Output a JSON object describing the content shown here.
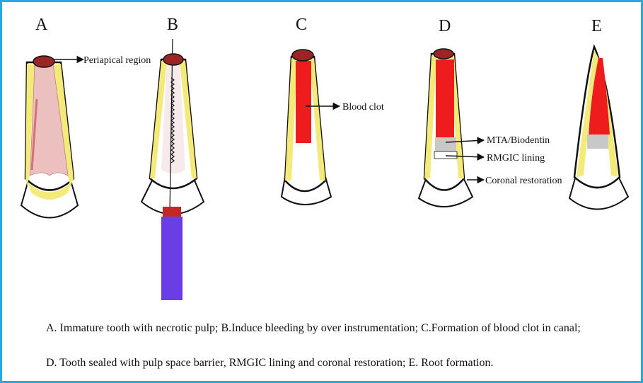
{
  "panels": [
    {
      "letter": "A"
    },
    {
      "letter": "B"
    },
    {
      "letter": "C"
    },
    {
      "letter": "D"
    },
    {
      "letter": "E"
    }
  ],
  "labels": {
    "periapical": "Periapical region",
    "blood_clot": "Blood clot",
    "mta": "MTA/Biodentin",
    "rmgic": "RMGIC lining",
    "coronal": "Coronal restoration"
  },
  "caption": {
    "line1": "A. Immature tooth with necrotic pulp; B.Induce bleeding by over instrumentation; C.Formation of blood clot in canal;",
    "line2": "D. Tooth sealed with pulp space barrier, RMGIC lining and coronal restoration; E. Root formation."
  },
  "colors": {
    "frame": "#29a9e1",
    "blood": "#ee1c1c",
    "dentin": "#f3ea7a",
    "pulp": "#ecc0bf",
    "apex": "#9b2525",
    "barrier": "#c8c8c8",
    "file": "#6a3ee6"
  }
}
